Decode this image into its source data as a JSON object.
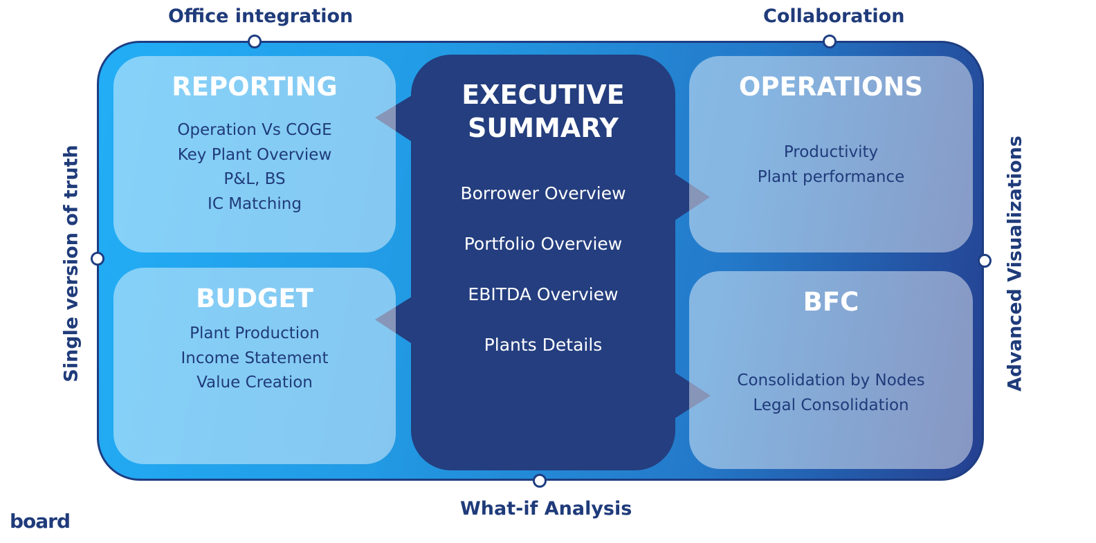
{
  "edges": {
    "top_left": "Office integration",
    "top_right": "Collaboration",
    "bottom": "What-if Analysis",
    "left": "Single version of truth",
    "right": "Advanced Visualizations"
  },
  "center": {
    "title_line1": "EXECUTIVE",
    "title_line2": "SUMMARY",
    "items": [
      "Borrower Overview",
      "Portfolio Overview",
      "EBITDA Overview",
      "Plants Details"
    ]
  },
  "cards": {
    "reporting": {
      "title": "REPORTING",
      "items": [
        "Operation Vs COGE",
        "Key Plant Overview",
        "P&L, BS",
        "IC Matching"
      ]
    },
    "budget": {
      "title": "BUDGET",
      "items": [
        "Plant Production",
        "Income Statement",
        "Value Creation"
      ]
    },
    "operations": {
      "title": "OPERATIONS",
      "items": [
        "Productivity",
        "Plant performance"
      ]
    },
    "bfc": {
      "title": "BFC",
      "items": [
        "Consolidation by Nodes",
        "Legal Consolidation"
      ]
    }
  },
  "logo": {
    "text_main": "board"
  },
  "colors": {
    "navy": "#1f3b7a",
    "center_fill": "#243e7f",
    "frame_light": "#22aef6",
    "frame_dark": "#253f8f"
  }
}
